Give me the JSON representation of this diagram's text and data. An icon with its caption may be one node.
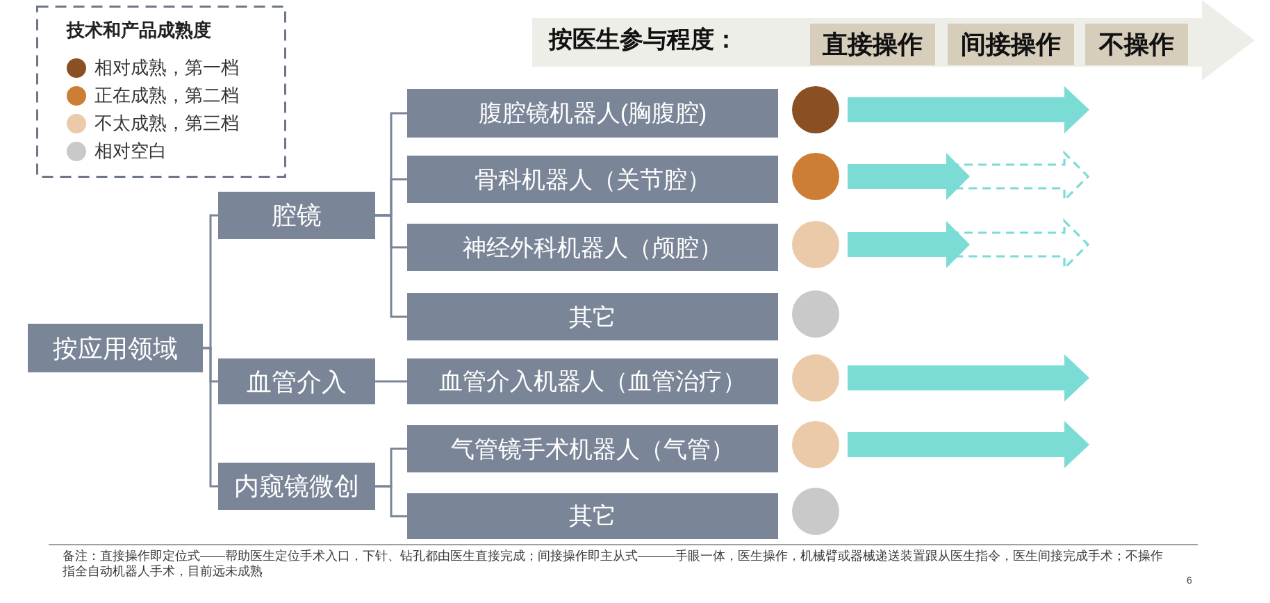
{
  "diagram": {
    "nodes": [
      {
        "text": [
          "按医生参与程度："
        ]
      },
      {
        "text": [
          "直接操作"
        ],
        "in": 0
      },
      {
        "text": [
          "间接操作"
        ],
        "in": 0
      },
      {
        "text": [
          "不操作"
        ],
        "in": 0
      },
      {
        "text": [
          "按应用领域"
        ]
      },
      {
        "text": [
          "腔镜"
        ]
      },
      {
        "text": [
          "血管介入"
        ]
      },
      {
        "text": [
          "内窥镜微创"
        ]
      },
      {
        "text": [
          "腹腔镜机器人(胸腹腔)"
        ]
      },
      {
        "text": [
          "骨科机器人（关节腔）"
        ]
      },
      {
        "text": [
          "神经外科机器人（颅腔）"
        ]
      },
      {
        "text": [
          "其它"
        ]
      },
      {
        "text": [
          "血管介入机器人（血管治疗）"
        ]
      },
      {
        "text": [
          "气管镜手术机器人（气管）"
        ]
      },
      {
        "text": [
          "其它"
        ]
      },
      {
        "text": [],
        "shape": "circle"
      },
      {
        "text": [],
        "shape": "circle"
      },
      {
        "text": [],
        "shape": "circle"
      },
      {
        "text": [],
        "shape": "circle"
      },
      {
        "text": [],
        "shape": "circle"
      },
      {
        "text": [],
        "shape": "circle"
      },
      {
        "text": [],
        "shape": "circle"
      }
    ],
    "edges": [
      {
        "from": 4,
        "to": 5,
        "arrow": "none"
      },
      {
        "from": 4,
        "to": 6,
        "arrow": "none"
      },
      {
        "from": 4,
        "to": 7,
        "arrow": "none"
      },
      {
        "from": 5,
        "to": 8,
        "arrow": "none"
      },
      {
        "from": 5,
        "to": 9,
        "arrow": "none"
      },
      {
        "from": 5,
        "to": 10,
        "arrow": "none"
      },
      {
        "from": 5,
        "to": 11,
        "arrow": "none"
      },
      {
        "from": 6,
        "to": 12,
        "arrow": "none"
      },
      {
        "from": 7,
        "to": 13,
        "arrow": "none"
      },
      {
        "from": 7,
        "to": 14,
        "arrow": "none"
      }
    ],
    "labels": [
      "技术和产品成熟度",
      "备注：直接操作即定位式——帮助医生定位手术入口，下针、钻孔都由医生直接完成；间接操作即主从式———手眼一体，医生操作，机械臂或器械递送装置跟从医生指令，医生间接完成手术；不操作指全自动机器人手术，目前远未成熟",
      "6"
    ],
    "legend": [
      {
        "text": "相对成熟，第一档",
        "color": "#8a4f22"
      },
      {
        "text": "正在成熟，第二档",
        "color": "#ce7e34"
      },
      {
        "text": "不太成熟，第三档",
        "color": "#ebcaaa"
      },
      {
        "text": "相对空白",
        "color": "#c9c9c9"
      }
    ]
  }
}
